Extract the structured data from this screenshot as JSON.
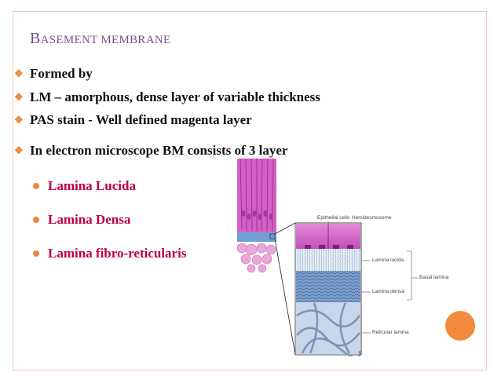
{
  "slide": {
    "title_first": "B",
    "title_rest": "ASEMENT MEMBRANE",
    "bullets": [
      "Formed by",
      "LM – amorphous, dense layer of variable thickness",
      "PAS stain  - Well defined magenta layer",
      "In electron microscope BM consists of 3 layer"
    ],
    "sub_bullets": [
      "Lamina Lucida",
      "Lamina Densa",
      "Lamina fibro-reticularis"
    ]
  },
  "diagram": {
    "labels": {
      "epithelial_cells": "Epithelial cells",
      "hemidesmosome": "Hemidesmosome",
      "lamina_lucida": "Lamina lucida",
      "basal_lamina": "Basal lamina",
      "lamina_densa": "Lamina densa",
      "reticular_lamina": "Reticular lamina"
    }
  },
  "colors": {
    "title": "#7a4d96",
    "sub_bullet_text": "#c0003c",
    "bullet_mark": "#e8873d",
    "accent_circle": "#f28a3e",
    "frame": "#f1c9b8"
  }
}
